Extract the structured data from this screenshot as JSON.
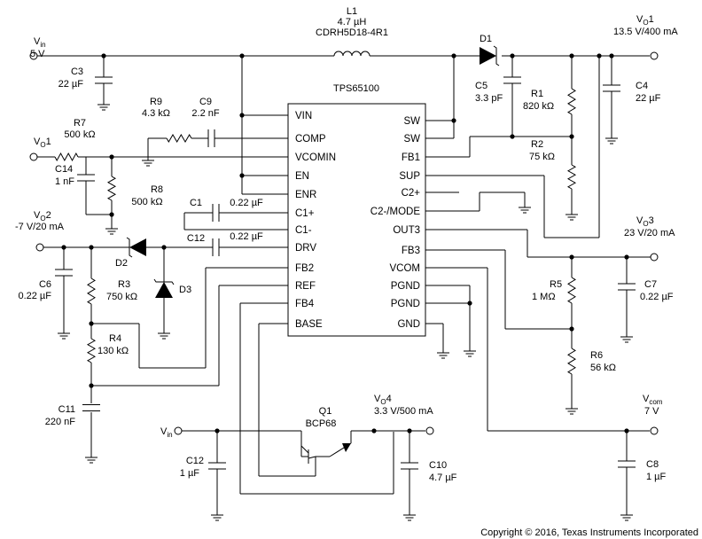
{
  "ic": {
    "name": "TPS65100",
    "left_pins": [
      "VIN",
      "COMP",
      "VCOMIN",
      "EN",
      "ENR",
      "C1+",
      "C1-",
      "DRV",
      "FB2",
      "REF",
      "FB4",
      "BASE"
    ],
    "right_pins": [
      "SW",
      "SW",
      "FB1",
      "SUP",
      "C2+",
      "C2-/MODE",
      "OUT3",
      "FB3",
      "VCOM",
      "PGND",
      "PGND",
      "GND"
    ]
  },
  "components": {
    "L1": {
      "ref": "L1",
      "value": "4.7 µH",
      "part": "CDRH5D18-4R1"
    },
    "D1": {
      "ref": "D1"
    },
    "D2": {
      "ref": "D2"
    },
    "D3": {
      "ref": "D3"
    },
    "Q1": {
      "ref": "Q1",
      "part": "BCP68"
    },
    "C1": {
      "ref": "C1",
      "value": "0.22 µF"
    },
    "C3": {
      "ref": "C3",
      "value": "22 µF"
    },
    "C4": {
      "ref": "C4",
      "value": "22 µF"
    },
    "C5": {
      "ref": "C5",
      "value": "3.3 pF"
    },
    "C6": {
      "ref": "C6",
      "value": "0.22 µF"
    },
    "C7": {
      "ref": "C7",
      "value": "0.22 µF"
    },
    "C8": {
      "ref": "C8",
      "value": "1 µF"
    },
    "C9": {
      "ref": "C9",
      "value": "2.2 nF"
    },
    "C10": {
      "ref": "C10",
      "value": "4.7 µF"
    },
    "C11": {
      "ref": "C11",
      "value": "220 nF"
    },
    "C12a": {
      "ref": "C12",
      "value": "0.22 µF"
    },
    "C12b": {
      "ref": "C12",
      "value": "1 µF"
    },
    "C14": {
      "ref": "C14",
      "value": "1 nF"
    },
    "R1": {
      "ref": "R1",
      "value": "820 kΩ"
    },
    "R2": {
      "ref": "R2",
      "value": "75 kΩ"
    },
    "R3": {
      "ref": "R3",
      "value": "750 kΩ"
    },
    "R4": {
      "ref": "R4",
      "value": "130 kΩ"
    },
    "R5": {
      "ref": "R5",
      "value": "1 MΩ"
    },
    "R6": {
      "ref": "R6",
      "value": "56 kΩ"
    },
    "R7": {
      "ref": "R7",
      "value": "500 kΩ"
    },
    "R8": {
      "ref": "R8",
      "value": "500 kΩ"
    },
    "R9": {
      "ref": "R9",
      "value": "4.3 kΩ"
    }
  },
  "nets": {
    "vin_top": {
      "main": "V",
      "sub": "in",
      "value": "5 V"
    },
    "vo1": {
      "main": "V",
      "sub": "O",
      "suffix": "1",
      "value": "13.5 V/400 mA"
    },
    "vo1_in": {
      "main": "V",
      "sub": "O",
      "suffix": "1"
    },
    "vo2": {
      "main": "V",
      "sub": "O",
      "suffix": "2",
      "value": "-7 V/20 mA"
    },
    "vo3": {
      "main": "V",
      "sub": "O",
      "suffix": "3",
      "value": "23 V/20 mA"
    },
    "vo4": {
      "main": "V",
      "sub": "O",
      "suffix": "4",
      "value": "3.3 V/500 mA"
    },
    "vcom": {
      "main": "V",
      "sub": "com",
      "value": "7 V"
    },
    "vin_q": {
      "main": "V",
      "sub": "in"
    }
  },
  "copyright": "Copyright © 2016, Texas Instruments Incorporated"
}
